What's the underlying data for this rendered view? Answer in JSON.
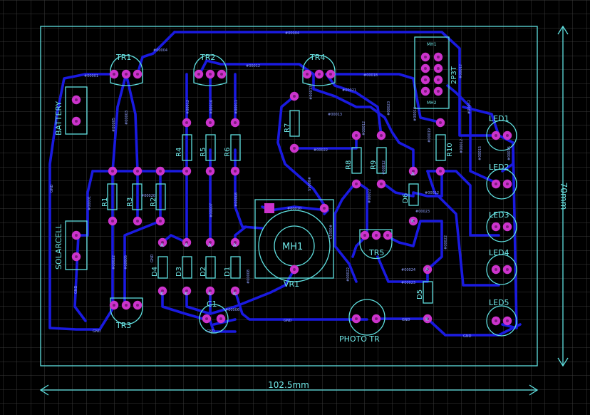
{
  "board": {
    "width_label": "102.5mm",
    "height_label": "70mm"
  },
  "components": {
    "tr1": "TR1",
    "tr2": "TR2",
    "tr3": "TR3",
    "tr4": "TR4",
    "tr5": "TR5",
    "r1": "R1",
    "r2": "R2",
    "r3": "R3",
    "r4": "R4",
    "r5": "R5",
    "r6": "R6",
    "r7": "R7",
    "r8": "R8",
    "r9": "R9",
    "r10": "R10",
    "d1": "D1",
    "d2": "D2",
    "d3": "D3",
    "d4": "D4",
    "d5": "D5",
    "d6": "D6",
    "c1": "C1",
    "vr1": "VR1",
    "mh_vr": "MH1",
    "mh_sw1": "MH1",
    "mh_sw2": "MH2",
    "switch": "2P3T",
    "battery": "BATTERY",
    "solarcell": "SOLARCELL",
    "photo_tr": "PHOTO TR",
    "led1": "LED1",
    "led2": "LED2",
    "led3": "LED3",
    "led4": "LED4",
    "led5": "LED5",
    "diode_a": "A",
    "diode_k": "K"
  },
  "nets": {
    "n1": "#00001",
    "n3": "#00003",
    "n4": "#00004",
    "n5": "#00005",
    "n6": "#00006",
    "n7": "#00007",
    "n8": "#00008",
    "n10": "#00010",
    "n11": "#00011",
    "n12": "#00012",
    "n13": "#00013",
    "n15": "#00015",
    "n16": "#00016",
    "n18": "#00018",
    "n19": "#00019",
    "n20": "#00020",
    "n21": "#00021",
    "n22": "#00022",
    "n23": "#00023",
    "n24": "#00024",
    "gnd": "GND"
  },
  "colors": {
    "background": "#000000",
    "grid": "#3a3a3a",
    "silkscreen": "#5fe0e0",
    "trace": "#1a1ae0",
    "pad": "#cc33cc"
  }
}
